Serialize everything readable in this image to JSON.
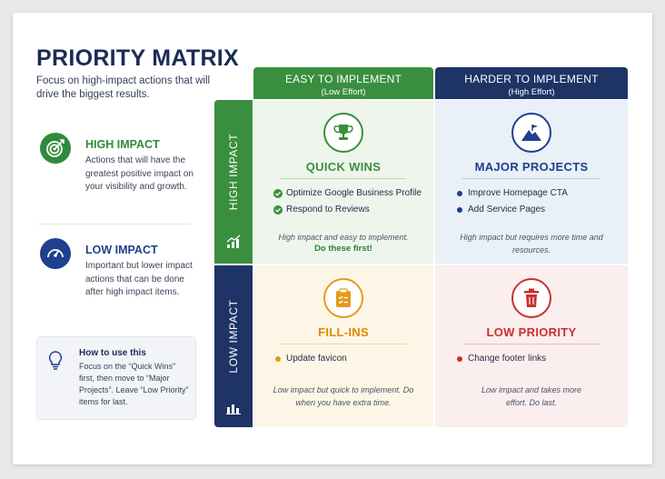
{
  "header": {
    "title": "PRIORITY MATRIX",
    "subtitle": "Focus on high-impact actions that will drive the biggest results."
  },
  "legend": [
    {
      "icon": "target-icon",
      "heading": "HIGH IMPACT",
      "text": "Actions that will have the greatest positive impact on your visibility and growth.",
      "color": "#2e8b3b"
    },
    {
      "icon": "gauge-icon",
      "heading": "LOW IMPACT",
      "text": "Important but lower impact actions that can be done after high impact items.",
      "color": "#1f3f8f"
    }
  ],
  "howto": {
    "icon": "lightbulb-icon",
    "title": "How to use this",
    "text": "Focus on the “Quick Wins” first, then move to “Major Projects”. Leave “Low Priority” items for last."
  },
  "columns": [
    {
      "title": "EASY TO IMPLEMENT",
      "sub": "(Low Effort)",
      "color": "#3a8f3e"
    },
    {
      "title": "HARDER TO IMPLEMENT",
      "sub": "(High Effort)",
      "color": "#1e3366"
    }
  ],
  "rows": [
    {
      "label": "HIGH IMPACT",
      "icon": "growth-chart-icon",
      "color": "#3a8f3e"
    },
    {
      "label": "LOW IMPACT",
      "icon": "bar-chart-icon",
      "color": "#1e3366"
    }
  ],
  "quadrants": {
    "quick_wins": {
      "icon": "trophy-icon",
      "title": "QUICK WINS",
      "items": [
        "Optimize Google Business Profile",
        "Respond to Reviews"
      ],
      "note": "High impact and easy to implement.",
      "note_strong": "Do these first!",
      "color": "#3a8f3e",
      "bg": "#eef5ec"
    },
    "major_projects": {
      "icon": "mountain-flag-icon",
      "title": "MAJOR PROJECTS",
      "items": [
        "Improve Homepage CTA",
        "Add Service Pages"
      ],
      "note": "High impact but requires more time and resources.",
      "color": "#1f3f8f",
      "bg": "#eaf0f8"
    },
    "fill_ins": {
      "icon": "clipboard-icon",
      "title": "FILL-INS",
      "items": [
        "Update favicon"
      ],
      "note": "Low impact but quick to implement. Do when you have extra time.",
      "color": "#e59a1a",
      "bg": "#fdf6e6"
    },
    "low_priority": {
      "icon": "trash-icon",
      "title": "LOW PRIORITY",
      "items": [
        "Change footer links"
      ],
      "note": "Low impact and takes more effort. Do last.",
      "color": "#c9302c",
      "bg": "#fbeeee"
    }
  }
}
